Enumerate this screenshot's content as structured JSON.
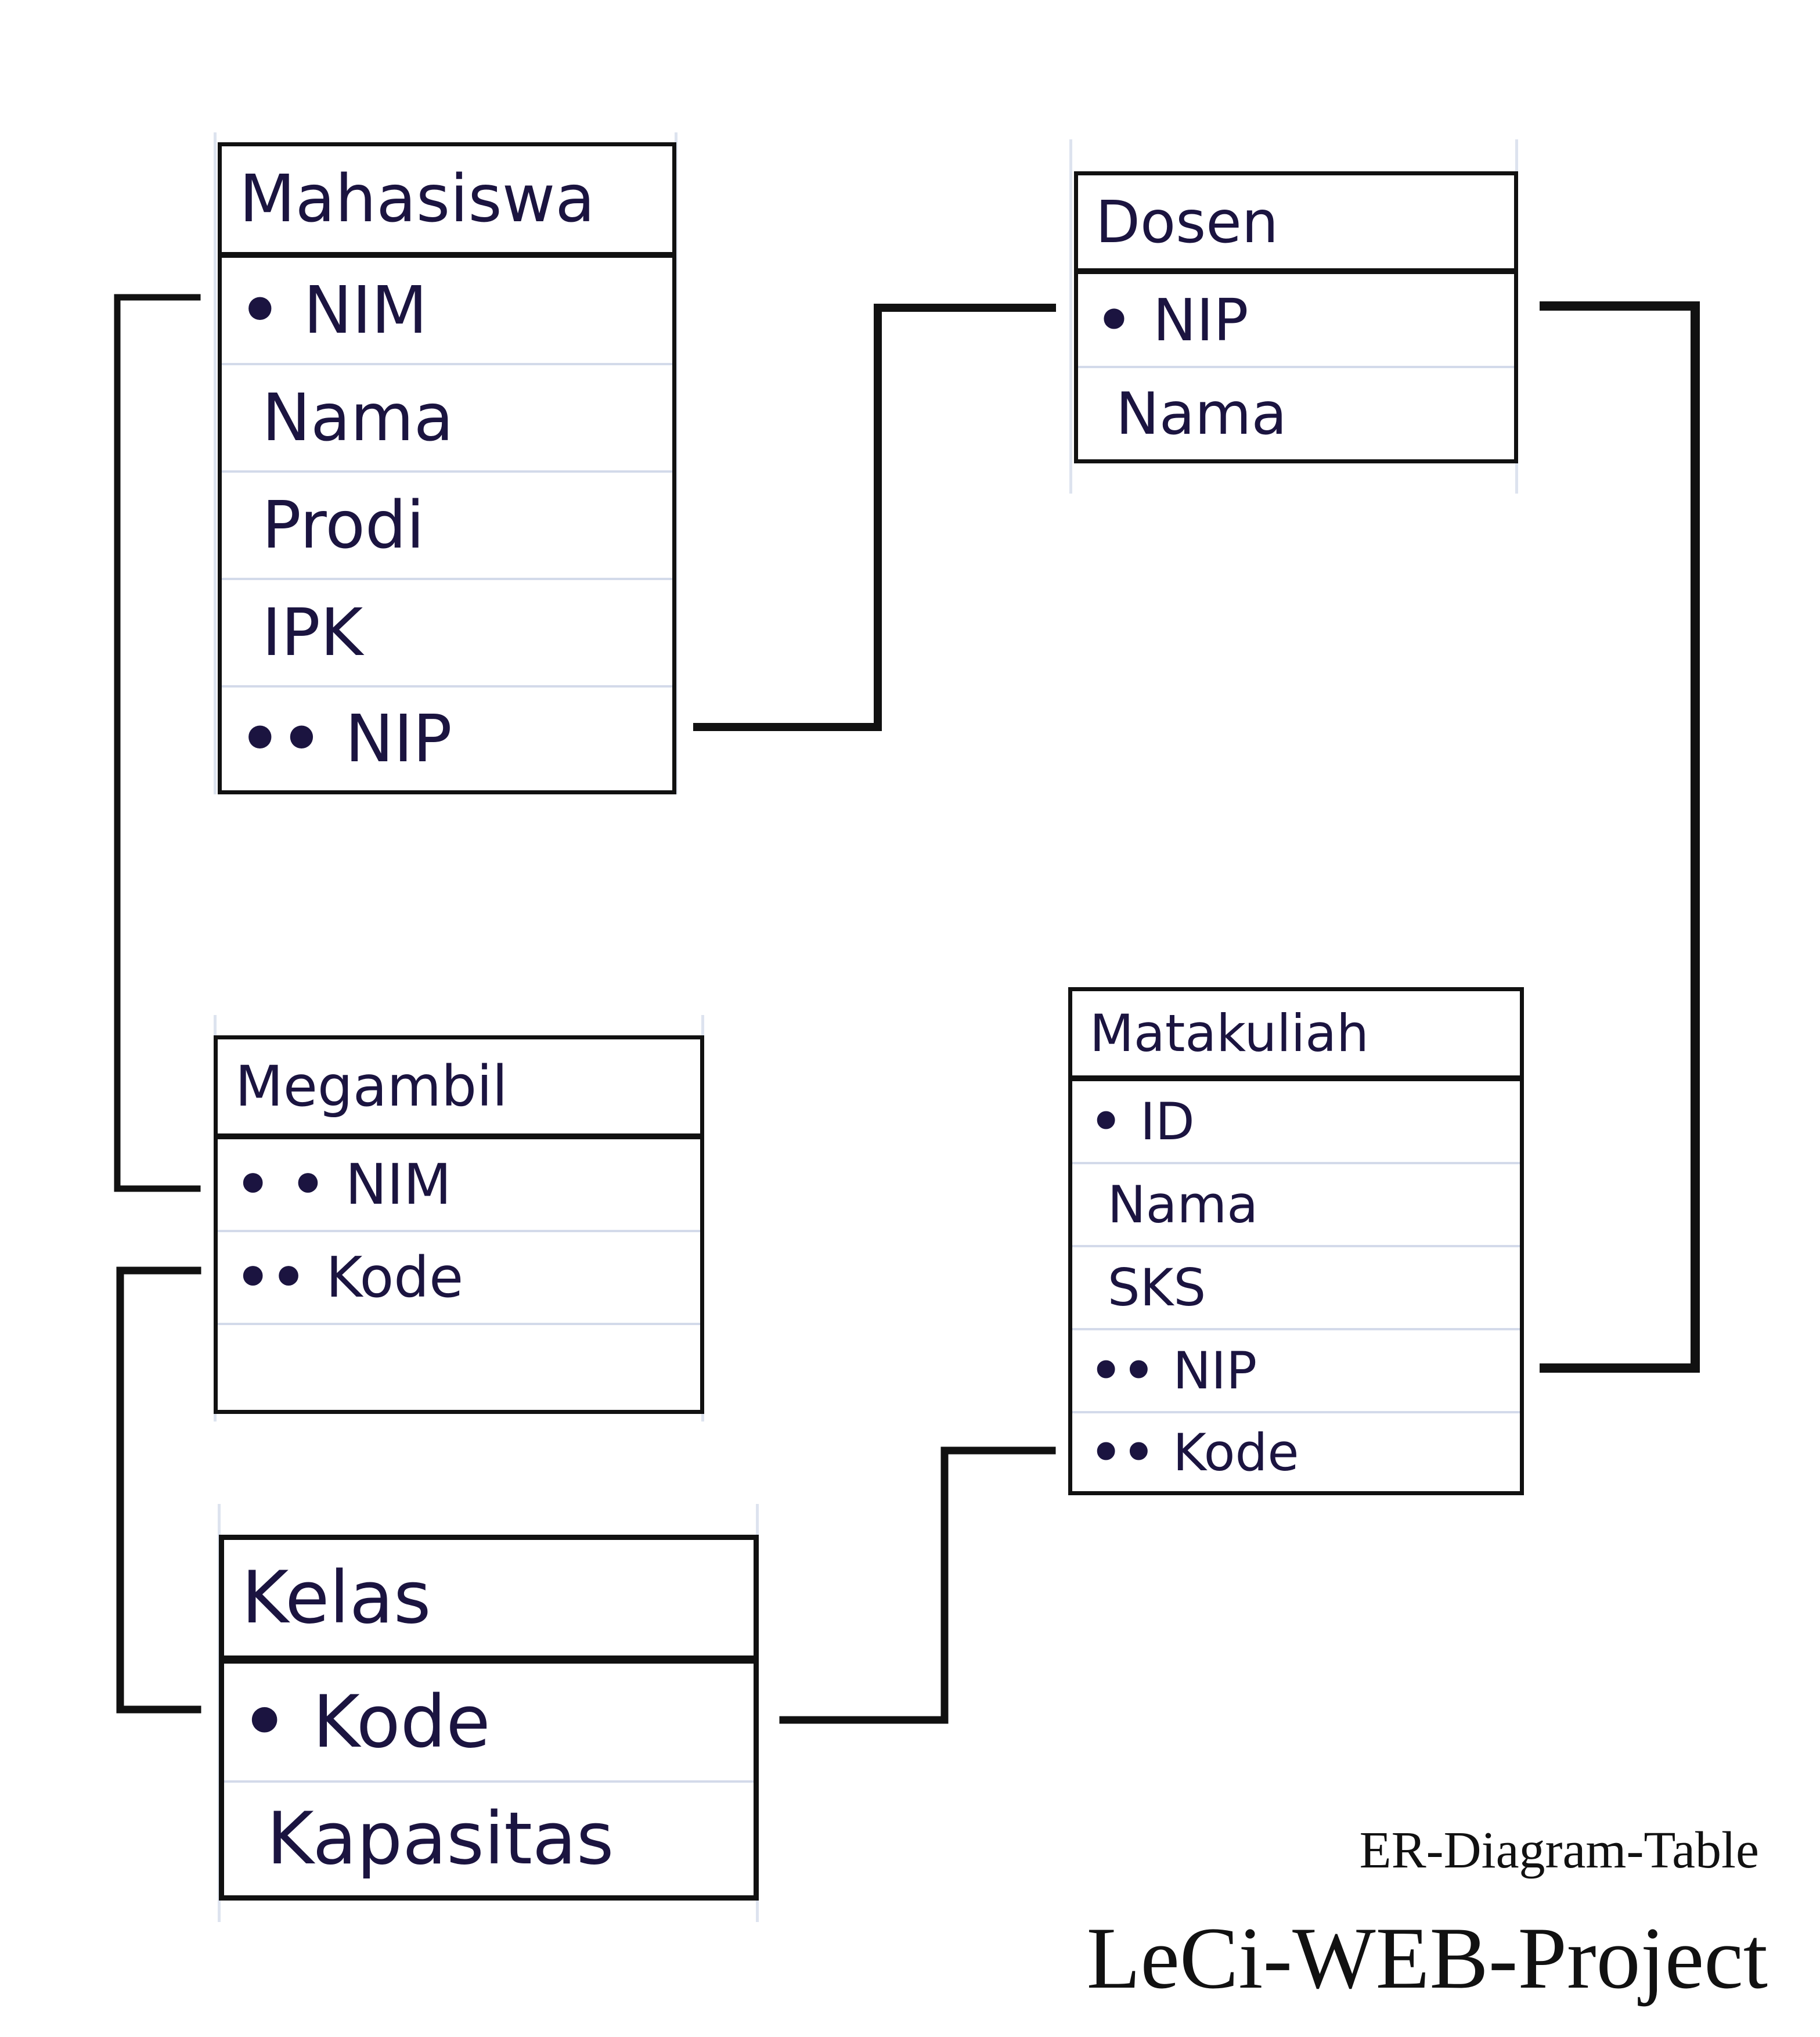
{
  "entities": {
    "mahasiswa": {
      "title": "Mahasiswa",
      "fields": [
        {
          "mark": "•",
          "name": "NIM"
        },
        {
          "mark": "",
          "name": "Nama"
        },
        {
          "mark": "",
          "name": "Prodi"
        },
        {
          "mark": "",
          "name": "IPK"
        },
        {
          "mark": "••",
          "name": "NIP"
        }
      ]
    },
    "dosen": {
      "title": "Dosen",
      "fields": [
        {
          "mark": "•",
          "name": "NIP"
        },
        {
          "mark": "",
          "name": "Nama"
        }
      ]
    },
    "megambil": {
      "title": "Megambil",
      "fields": [
        {
          "mark": "• •",
          "name": "NIM"
        },
        {
          "mark": "••",
          "name": "Kode"
        },
        {
          "mark": "",
          "name": ""
        }
      ]
    },
    "matakuliah": {
      "title": "Matakuliah",
      "fields": [
        {
          "mark": "•",
          "name": "ID"
        },
        {
          "mark": "",
          "name": "Nama"
        },
        {
          "mark": "",
          "name": "SKS"
        },
        {
          "mark": "••",
          "name": "NIP"
        },
        {
          "mark": "••",
          "name": "Kode"
        }
      ]
    },
    "kelas": {
      "title": "Kelas",
      "fields": [
        {
          "mark": "•",
          "name": "Kode"
        },
        {
          "mark": "",
          "name": "Kapasitas"
        }
      ]
    }
  },
  "relationships": [
    {
      "from": "Mahasiswa.NIM",
      "to": "Megambil.NIM"
    },
    {
      "from": "Mahasiswa.NIP",
      "to": "Dosen.NIP"
    },
    {
      "from": "Dosen.NIP",
      "to": "Matakuliah.NIP"
    },
    {
      "from": "Megambil.Kode",
      "to": "Kelas.Kode"
    },
    {
      "from": "Kelas.Kode",
      "to": "Matakuliah.Kode"
    }
  ],
  "caption": {
    "subtitle": "ER-Diagram-Table",
    "title": "LeCi-WEB-Project"
  }
}
